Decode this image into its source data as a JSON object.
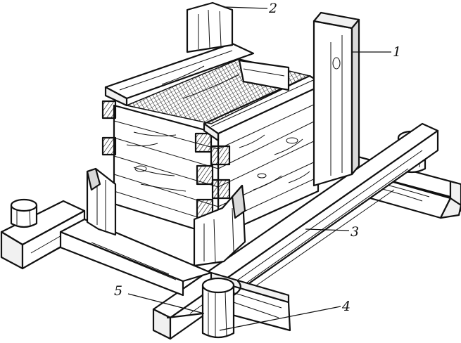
{
  "diagram": {
    "callouts": [
      {
        "id": "1",
        "label": "1"
      },
      {
        "id": "2",
        "label": "2"
      },
      {
        "id": "3",
        "label": "3"
      },
      {
        "id": "4",
        "label": "4"
      },
      {
        "id": "5",
        "label": "5"
      }
    ]
  }
}
